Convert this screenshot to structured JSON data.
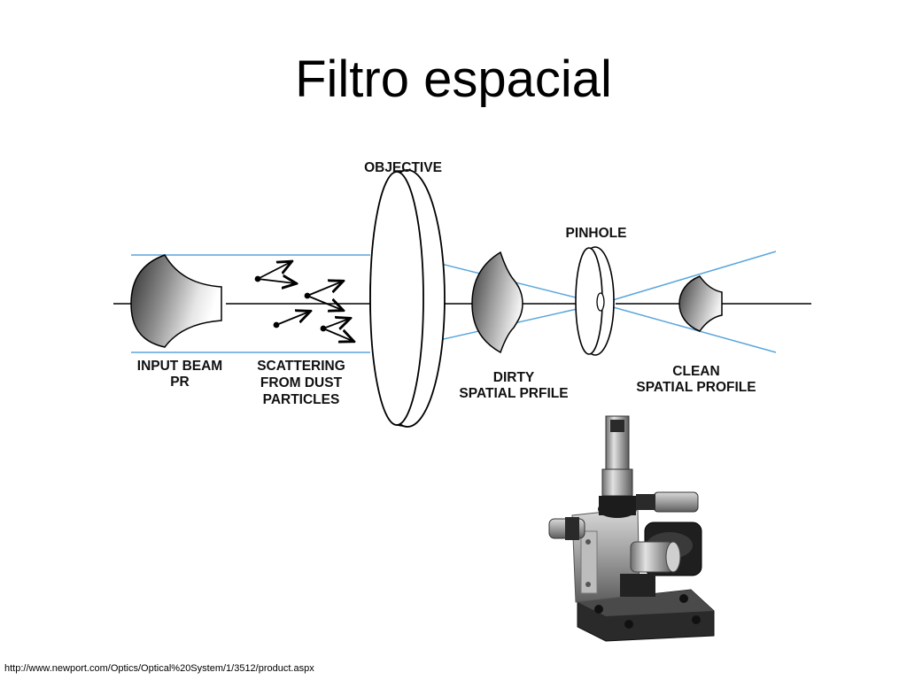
{
  "slide": {
    "title": "Filtro espacial",
    "source_url": "http://www.newport.com/Optics/Optical%20System/1/3512/product.aspx"
  },
  "diagram": {
    "labels": {
      "objective": "OBJECTIVE",
      "pinhole": "PINHOLE",
      "input_beam_1": "INPUT BEAM",
      "input_beam_2": "PR",
      "scattering_1": "SCATTERING",
      "scattering_2": "FROM DUST",
      "scattering_3": "PARTICLES",
      "dirty_1": "DIRTY",
      "dirty_2": "SPATIAL PRFILE",
      "clean_1": "CLEAN",
      "clean_2": "SPATIAL PROFILE"
    },
    "colors": {
      "beam": "#5aa6dc",
      "axis": "#000000"
    }
  }
}
